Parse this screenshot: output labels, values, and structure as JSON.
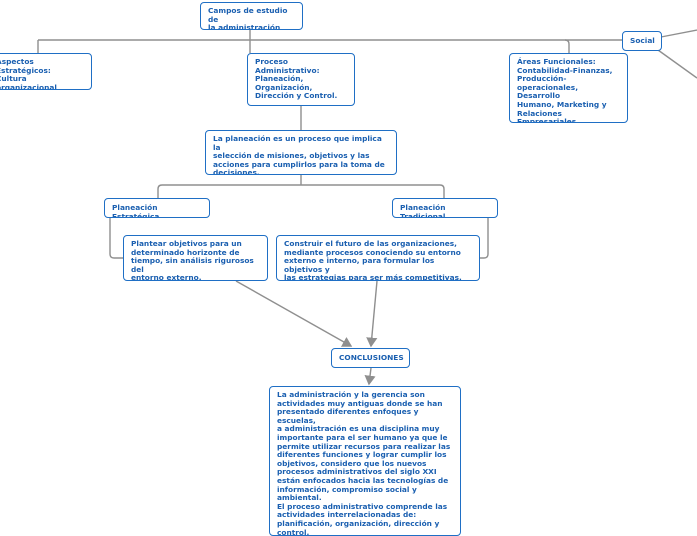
{
  "nodes": {
    "root": "Campos de estudio de\nla administración",
    "aspectos": "Aspectos Estratégicos:\nCultura organizacional\ny emprendimiento.",
    "proceso": "Proceso\nAdministrativo:\nPlaneación,\nOrganización,\nDirección y Control.",
    "areas": "Áreas Funcionales:\nContabilidad-Finanzas,\nProducción-\noperacionales, Desarrollo\nHumano, Marketing y\nRelaciones\nEmpresariales.",
    "social": "Social",
    "planeacion": "La planeación es un proceso que implica la\nselección de misiones, objetivos y las\nacciones para cumplirlos para la toma de\ndecisiones.",
    "estrategica": "Planeación Estratégica",
    "tradicional": "Planeación Tradicional",
    "estrategica_desc": "Plantear objetivos para un\ndeterminado horizonte de\ntiempo, sin análisis rigurosos del\nentorno externo.",
    "tradicional_desc": "Construir el futuro de las organizaciones,\nmediante procesos conociendo su entorno\nexterno e interno, para formular los objetivos y\nlas estrategias para ser más competitivas.",
    "conclusiones": "CONCLUSIONES",
    "conclusiones_text": "La administración y la gerencia son\nactividades muy antiguas donde se han\npresentado diferentes enfoques y escuelas,\na administración es una disciplina muy\nimportante para el ser humano ya que le\npermite utilizar recursos para realizar las\ndiferentes funciones y lograr cumplir los\nobjetivos, considero que los nuevos\nprocesos administrativos del siglo XXI\nestán enfocados hacia las tecnologías de\ninformación, compromiso social y\nambiental.\nEl proceso administrativo comprende las\nactividades interrelacionadas de:\nplanificación, organización, dirección y\ncontrol."
  },
  "colors": {
    "border": "#1f6fc5",
    "text": "#1a5fb0",
    "connector": "#8f8f8f"
  }
}
